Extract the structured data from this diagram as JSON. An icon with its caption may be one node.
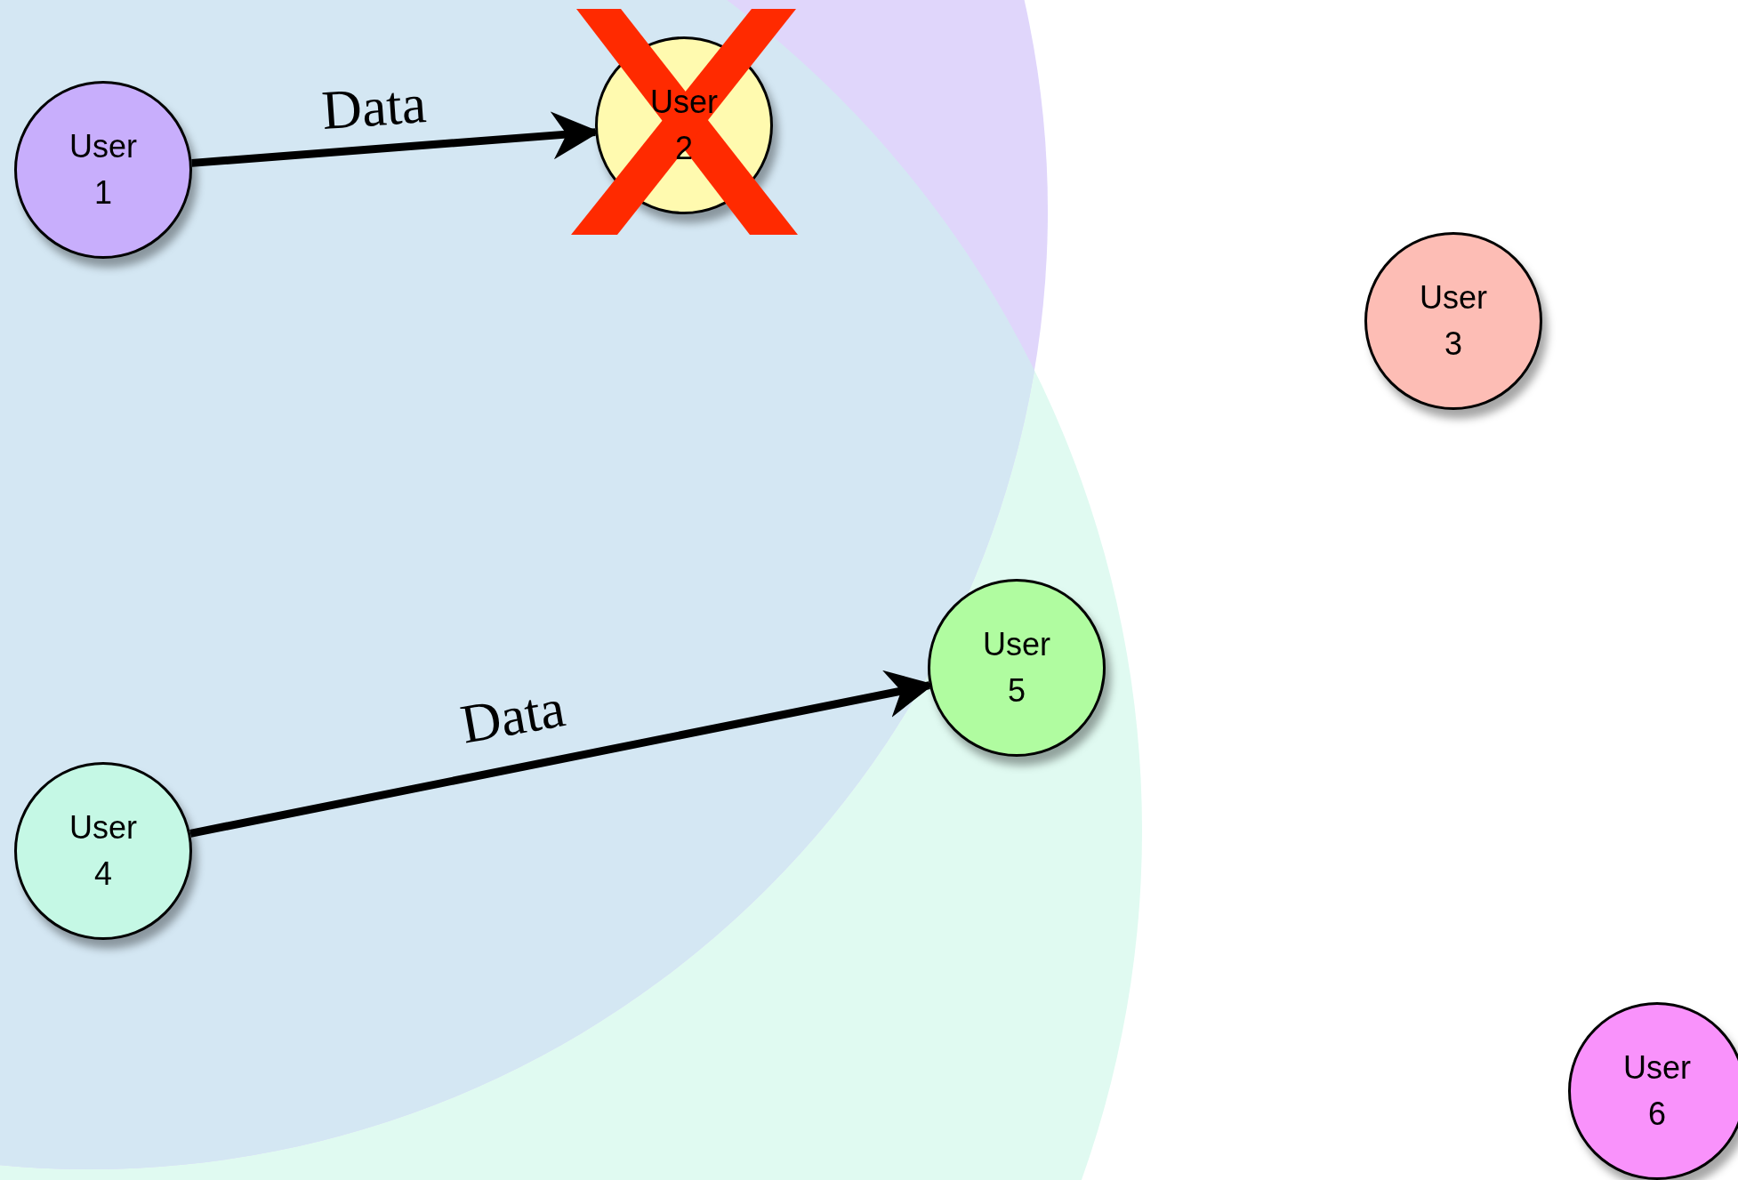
{
  "diagram": {
    "nodes": [
      {
        "text": [
          "User 1"
        ]
      },
      {
        "text": [
          "User 2"
        ]
      },
      {
        "text": [
          "User 3"
        ]
      },
      {
        "text": [
          "User 4"
        ]
      },
      {
        "text": [
          "User 5"
        ]
      },
      {
        "text": [
          "User 6"
        ]
      }
    ],
    "edges": [
      {
        "from": 0,
        "to": 1,
        "arrow": "to",
        "label": "Data"
      },
      {
        "from": 3,
        "to": 4,
        "arrow": "to",
        "label": "Data"
      }
    ]
  }
}
